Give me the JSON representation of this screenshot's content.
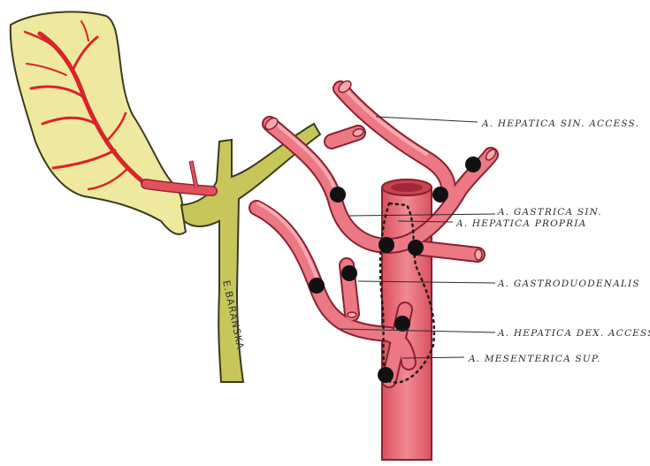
{
  "labels": {
    "hepatica_sin_access": "A. HEPATICA SIN. ACCESS.",
    "gastrica_sin": "A. GASTRICA SIN.",
    "hepatica_propria": "A. HEPATICA PROPRIA",
    "gastroduodenalis": "A. GASTRODUODENALIS",
    "hepatica_dex_access": "A. HEPATICA DEX. ACCESS.",
    "mesenterica_sup": "A. MESENTERICA SUP."
  },
  "signature": "E.BARANSKA",
  "colors": {
    "artery": "#e8707a",
    "artery_outline": "#8a2030",
    "liver": "#efe9a0",
    "liver_outline": "#3a3a20",
    "duct": "#c8c65a",
    "vessels_in_liver": "#d8242a",
    "ligature": "#111111"
  }
}
